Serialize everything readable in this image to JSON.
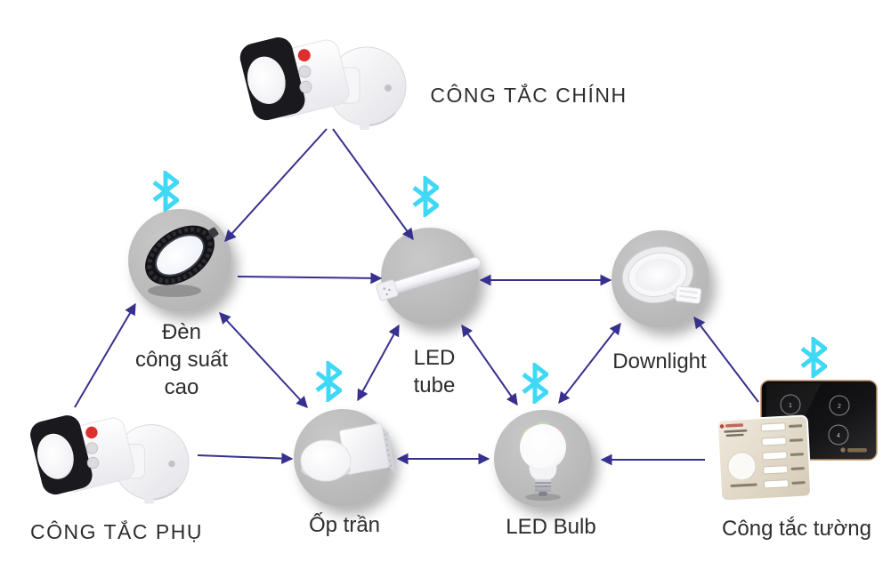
{
  "diagram": {
    "description_labels": {
      "main_switch": "CÔNG TẮC CHÍNH",
      "secondary_switch": "CÔNG TẮC PHỤ"
    },
    "arrow_color": "#37308e",
    "bluetooth_color": "#3FD9F5",
    "node_circle_color": "#bfbfbf",
    "text_color": "#2d2d2d",
    "nodes": {
      "main_switch": {
        "label": "CÔNG TẮC CHÍNH",
        "kind": "sensor-switch-device",
        "bluetooth": false
      },
      "secondary_switch": {
        "label": "CÔNG TẮC PHỤ",
        "kind": "sensor-switch-device",
        "bluetooth": false
      },
      "high_power_lamp": {
        "label": "Đèn công suất cao",
        "label_lines": [
          "Đèn",
          "công suất",
          "cao"
        ],
        "kind": "ufo-highbay-light",
        "bluetooth": true
      },
      "led_tube": {
        "label": "LED tube",
        "label_lines": [
          "LED",
          "tube"
        ],
        "kind": "led-batten-tube",
        "bluetooth": true
      },
      "downlight": {
        "label": "Downlight",
        "kind": "recessed-downlight",
        "bluetooth": false
      },
      "ceiling_light": {
        "label": "Ốp trần",
        "kind": "surface-ceiling-lights",
        "bluetooth": true
      },
      "led_bulb": {
        "label": "LED Bulb",
        "kind": "a60-led-bulb",
        "bluetooth": true
      },
      "wall_switch": {
        "label": "Công tắc tường",
        "kind": "wall-touch-switch",
        "bluetooth": true,
        "black_panel_buttons": [
          "1",
          "2",
          "4"
        ]
      }
    },
    "edges": [
      {
        "from": "main_switch",
        "to": "high_power_lamp",
        "bidirectional": false,
        "points": [
          367,
          145,
          253,
          271
        ]
      },
      {
        "from": "main_switch",
        "to": "led_tube",
        "bidirectional": false,
        "points": [
          374,
          145,
          464,
          269
        ]
      },
      {
        "from": "high_power_lamp",
        "to": "led_tube",
        "bidirectional": false,
        "points": [
          267,
          311,
          428,
          313
        ]
      },
      {
        "from": "led_tube",
        "to": "downlight",
        "bidirectional": true,
        "points": [
          540,
          315,
          686,
          315
        ]
      },
      {
        "from": "secondary_switch",
        "to": "high_power_lamp",
        "bidirectional": false,
        "points": [
          84,
          458,
          152,
          342
        ]
      },
      {
        "from": "secondary_switch",
        "to": "ceiling_light",
        "bidirectional": false,
        "points": [
          222,
          512,
          328,
          516
        ]
      },
      {
        "from": "high_power_lamp",
        "to": "ceiling_light",
        "bidirectional": true,
        "points": [
          247,
          352,
          345,
          458
        ]
      },
      {
        "from": "led_tube",
        "to": "ceiling_light",
        "bidirectional": true,
        "points": [
          448,
          366,
          402,
          450
        ]
      },
      {
        "from": "led_tube",
        "to": "led_bulb",
        "bidirectional": true,
        "points": [
          519,
          366,
          581,
          455
        ]
      },
      {
        "from": "downlight",
        "to": "led_bulb",
        "bidirectional": true,
        "points": [
          697,
          364,
          628,
          453
        ]
      },
      {
        "from": "ceiling_light",
        "to": "led_bulb",
        "bidirectional": true,
        "points": [
          447,
          516,
          549,
          516
        ]
      },
      {
        "from": "wall_switch",
        "to": "led_bulb",
        "bidirectional": false,
        "points": [
          792,
          517,
          676,
          517
        ]
      },
      {
        "from": "wall_switch",
        "to": "downlight",
        "bidirectional": false,
        "points": [
          852,
          452,
          780,
          357
        ]
      }
    ]
  }
}
